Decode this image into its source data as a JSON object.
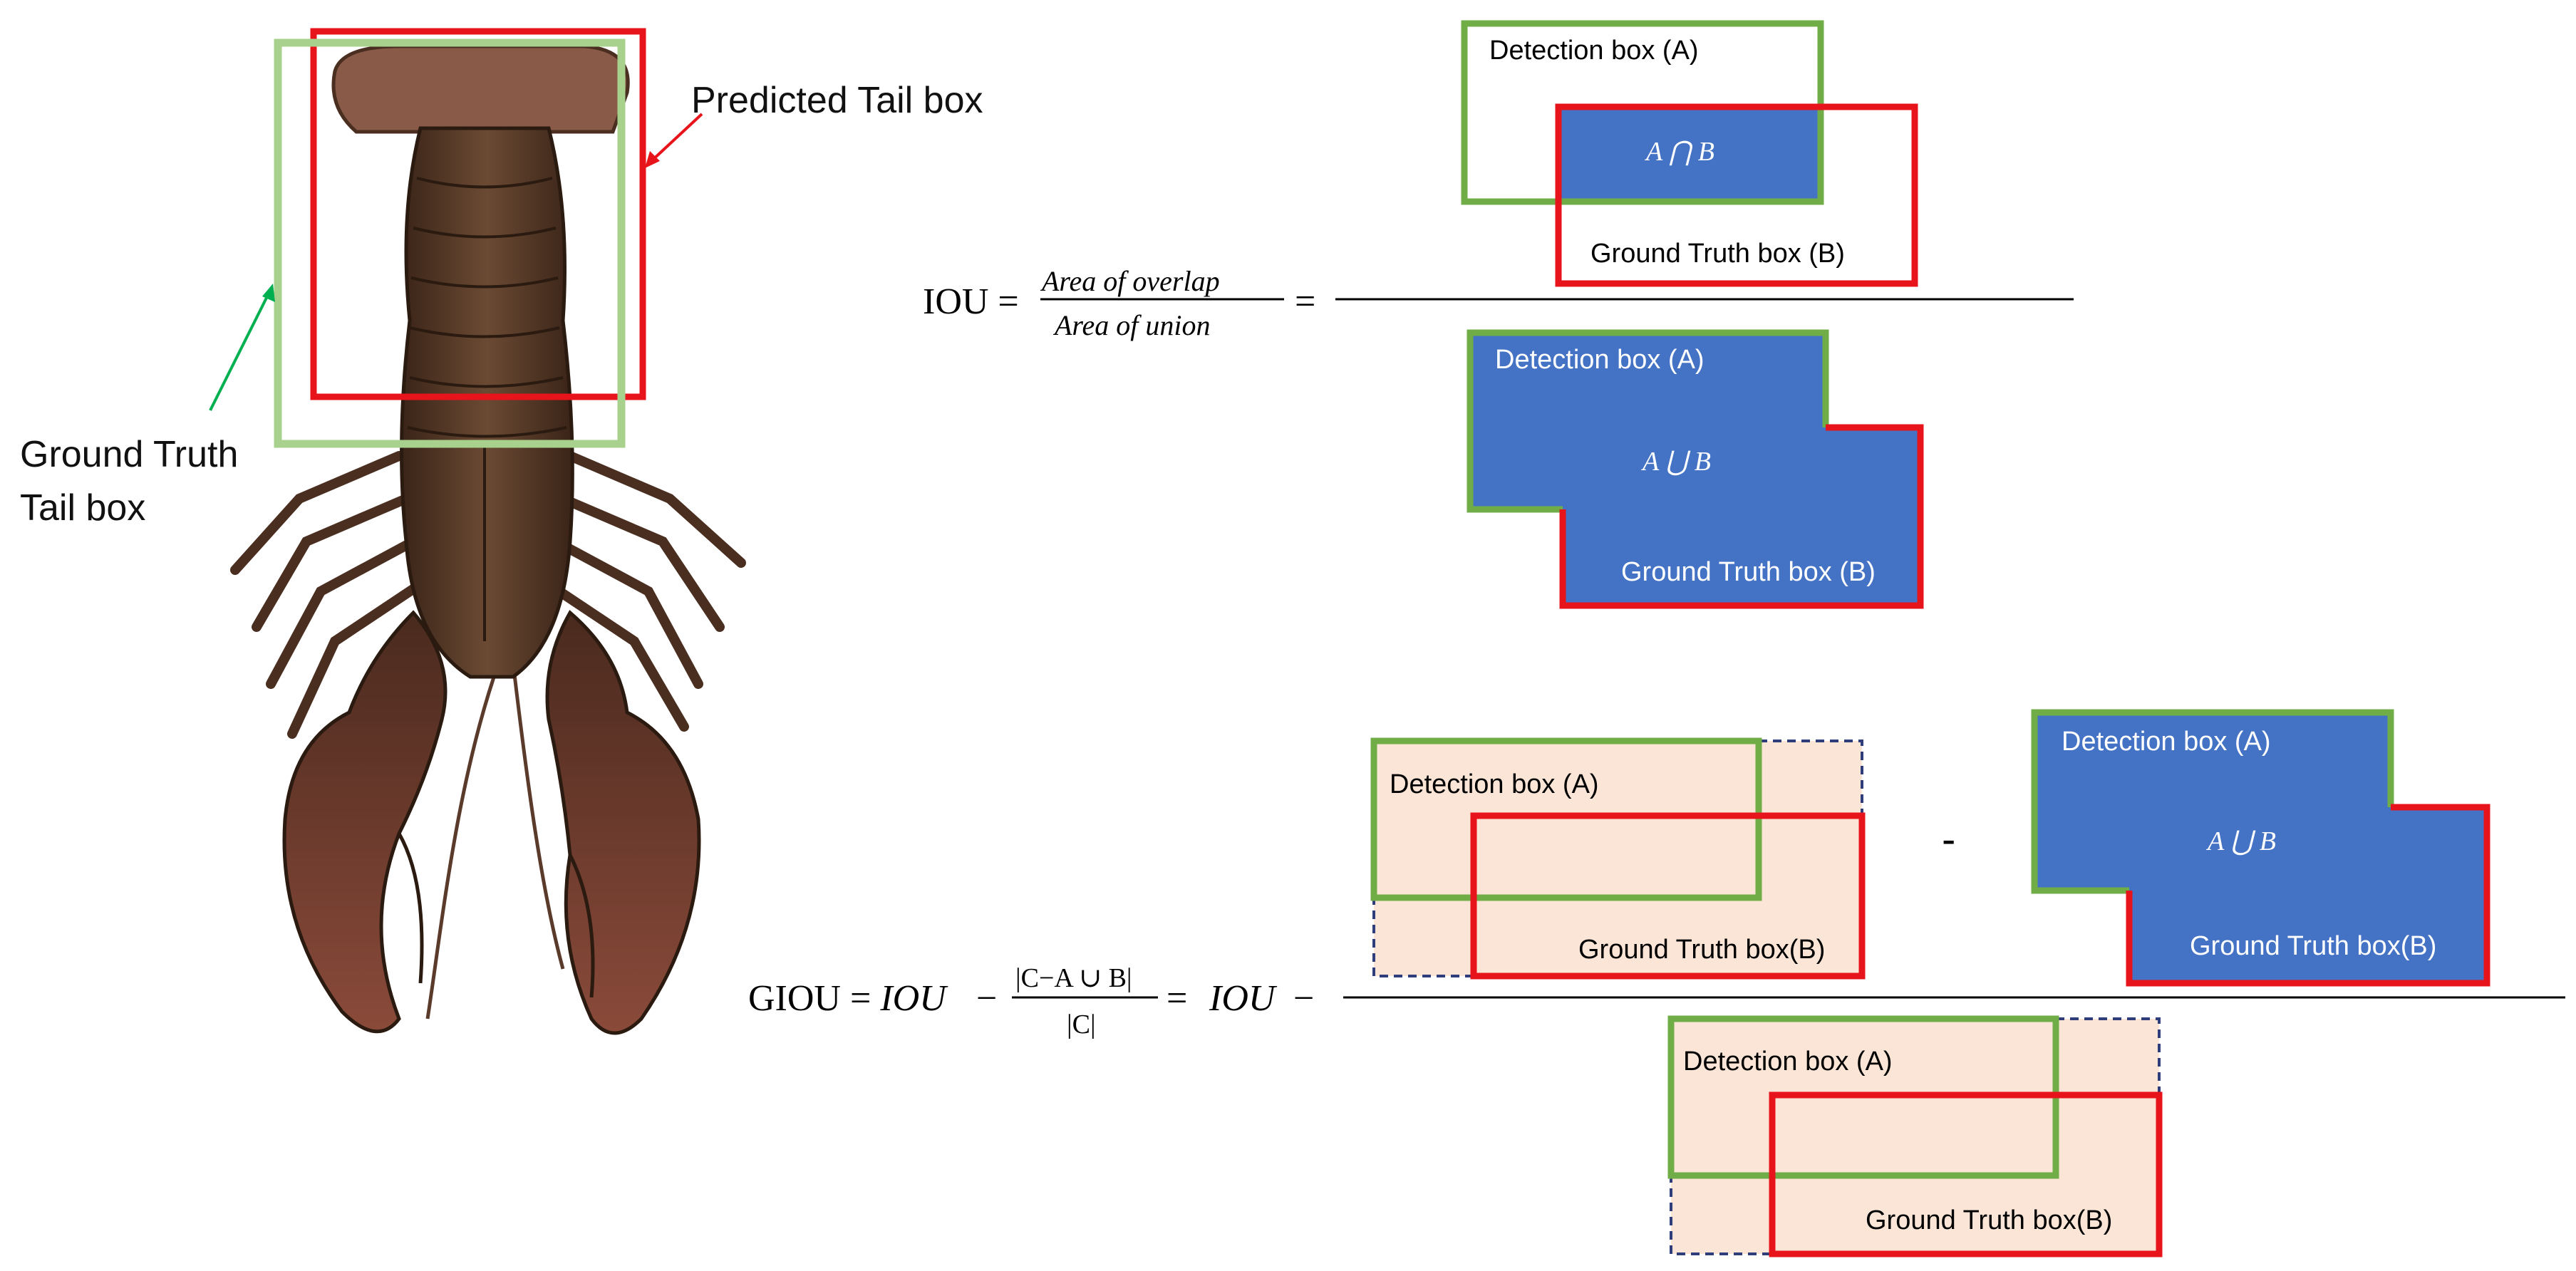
{
  "lobster": {
    "predicted_label": "Predicted Tail box",
    "gt_label_line1": "Ground Truth",
    "gt_label_line2": "Tail box"
  },
  "iou": {
    "lhs": "IOU =",
    "num": "Area of overlap",
    "den": "Area of union",
    "eq": "=",
    "top_detection": "Detection box (A)",
    "top_intersection": "A ⋂ B",
    "top_groundtruth": "Ground Truth box (B)",
    "bottom_detection": "Detection box (A)",
    "bottom_union": "A ⋃ B",
    "bottom_groundtruth": "Ground Truth box (B)"
  },
  "giou": {
    "lhs": "GIOU = ",
    "iou1": "IOU",
    "minus1": "−",
    "num": "|C−A ∪ B|",
    "den": "|C|",
    "eq": "=",
    "iou2": "IOU",
    "minus2": "−",
    "top_detection": "Detection box (A)",
    "top_groundtruth": "Ground Truth box(B)",
    "minus_sign": "-",
    "union_detection": "Detection box (A)",
    "union_symbol": "A ⋃ B",
    "union_groundtruth": "Ground Truth box(B)",
    "bottom_detection": "Detection box (A)",
    "bottom_groundtruth": "Ground Truth box(B)"
  },
  "colors": {
    "green_box": "#70ad47",
    "light_green_box": "#a9d18e",
    "red_box": "#e8141b",
    "blue_fill": "#4472c4",
    "peach_fill": "#fbe5d6",
    "dashed": "#2f3e7a"
  }
}
